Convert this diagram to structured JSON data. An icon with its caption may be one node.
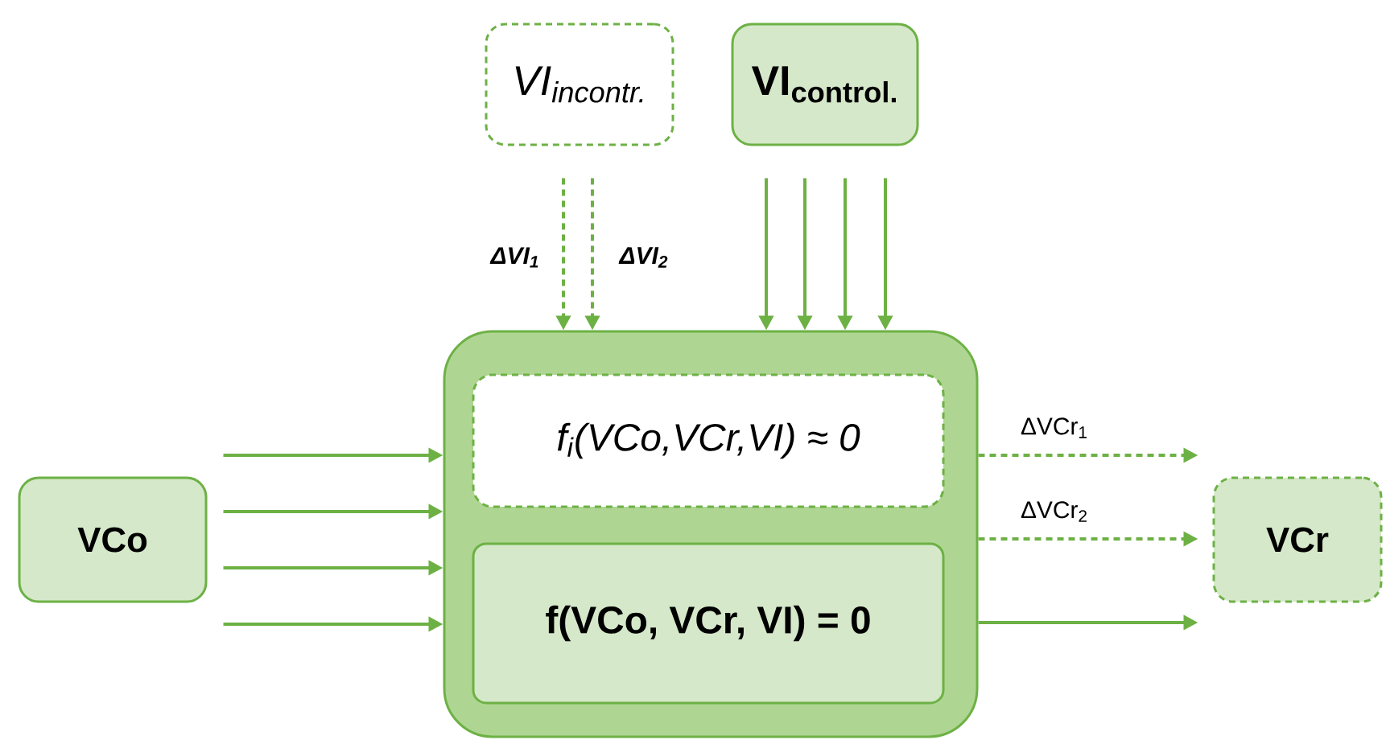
{
  "diagram": {
    "nodes": [
      {
        "text": [
          "VI$_{incontr.}$"
        ]
      },
      {
        "text": [
          "VI$_{control.}$"
        ]
      },
      {
        "text": [],
        "shape": "box"
      },
      {
        "text": [
          "f$_{i}$(VCo,VCr,VI) ≈ 0"
        ],
        "in": 2
      },
      {
        "text": [
          "f(VCo, VCr, VI) = 0"
        ],
        "in": 2
      },
      {
        "text": [
          "VCo"
        ]
      },
      {
        "text": [
          "VCr"
        ]
      }
    ],
    "edges": [
      {
        "from": 0,
        "to": 2,
        "arrow": "to",
        "style": "dashed",
        "label": "ΔVI$_{1}$"
      },
      {
        "from": 0,
        "to": 2,
        "arrow": "to",
        "style": "dashed",
        "label": "ΔVI$_{2}$"
      },
      {
        "from": 1,
        "to": 2,
        "arrow": "to"
      },
      {
        "from": 1,
        "to": 2,
        "arrow": "to"
      },
      {
        "from": 1,
        "to": 2,
        "arrow": "to"
      },
      {
        "from": 1,
        "to": 2,
        "arrow": "to"
      },
      {
        "from": 5,
        "to": 2,
        "arrow": "to"
      },
      {
        "from": 5,
        "to": 2,
        "arrow": "to"
      },
      {
        "from": 5,
        "to": 2,
        "arrow": "to"
      },
      {
        "from": 5,
        "to": 2,
        "arrow": "to"
      },
      {
        "from": 2,
        "to": 6,
        "arrow": "to",
        "style": "dashed",
        "label": "ΔVCr$_{1}$"
      },
      {
        "from": 2,
        "to": 6,
        "arrow": "to",
        "style": "dashed",
        "label": "ΔVCr$_{2}$"
      },
      {
        "from": 2,
        "to": 6,
        "arrow": "to"
      }
    ]
  }
}
